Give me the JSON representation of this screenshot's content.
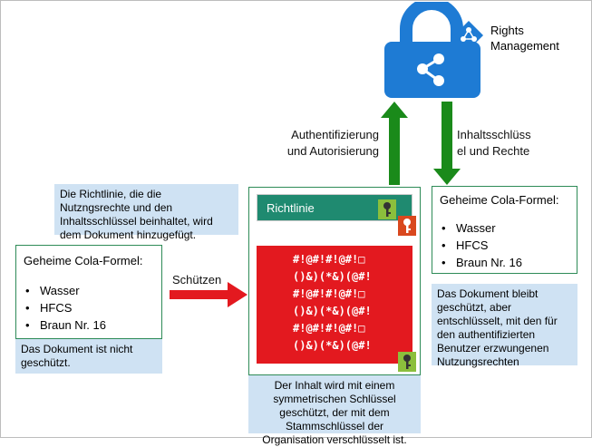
{
  "brand": {
    "line1": "Rights",
    "line2": "Management",
    "lock_color": "#1e7bd4"
  },
  "labels": {
    "auth": [
      "Authentifizierung",
      "und Autorisierung"
    ],
    "content_key": [
      "Inhaltsschlüss",
      "el und Rechte"
    ],
    "protect": "Schützen"
  },
  "left_doc": {
    "title": "Geheime Cola-Formel:",
    "items": [
      "Wasser",
      "HFCS",
      "Braun Nr. 16"
    ],
    "note": "Das Dokument ist nicht geschützt."
  },
  "right_doc": {
    "title": "Geheime Cola-Formel:",
    "items": [
      "Wasser",
      "HFCS",
      "Braun Nr. 16"
    ],
    "note": "Das Dokument bleibt geschützt, aber entschlüsselt, mit den für den authentifizierten Benutzer erzwungenen Nutzungsrechten"
  },
  "policy_note": "Die Richtlinie, die die Nutzngsrechte und den Inhaltsschlüssel beinhaltet, wird dem Dokument hinzugefügt.",
  "policy_bar": {
    "label": "Richtlinie",
    "color": "#1f8a70"
  },
  "cipher": {
    "lines": [
      "#!@#!#!@#!□",
      "()&)(*&)(@#!",
      "#!@#!#!@#!□",
      "()&)(*&)(@#!",
      "#!@#!#!@#!□",
      "()&)(*&)(@#!"
    ],
    "color": "#e3191f"
  },
  "content_note": "Der Inhalt wird mit einem symmetrischen Schlüssel geschützt, der mit dem Stammschlüssel der Organisation verschlüsselt ist.",
  "colors": {
    "green_arrow": "#1a8a1a",
    "red_arrow": "#e3191f",
    "note_bg": "#cfe2f3"
  }
}
